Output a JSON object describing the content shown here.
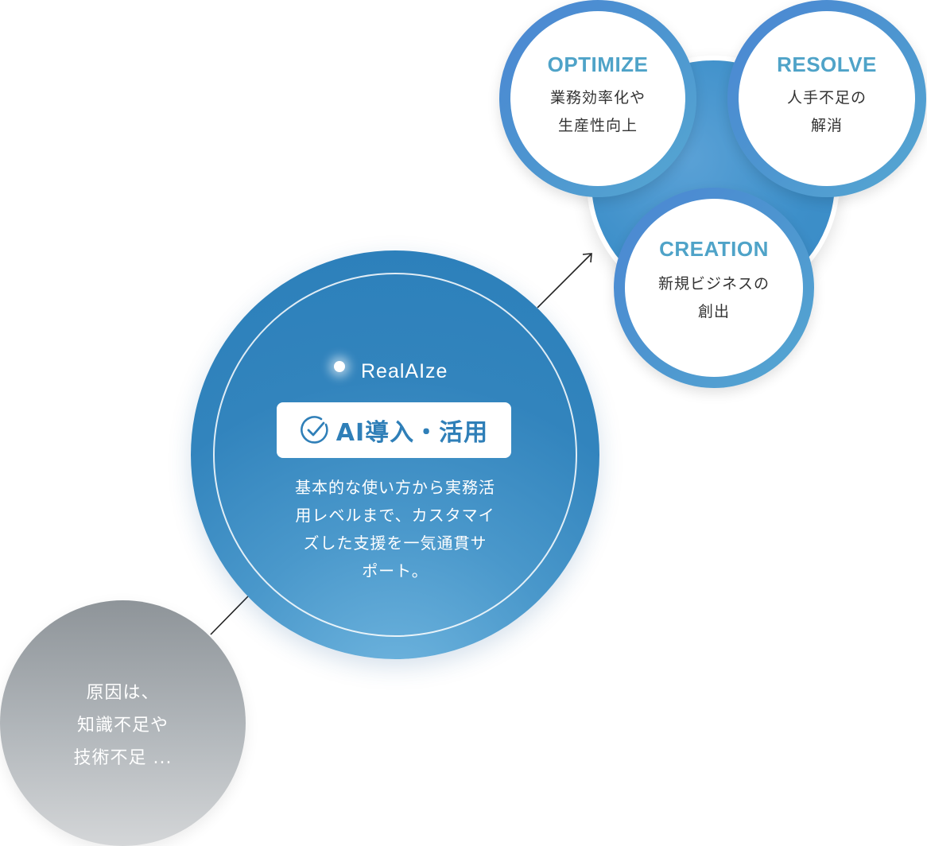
{
  "cause": {
    "lines": [
      "原因は、",
      "知識不足や",
      "技術不足 ..."
    ]
  },
  "core": {
    "brand": "RealAIze",
    "badge": "AI導入・活用",
    "description": [
      "基本的な使い方から実務活",
      "用レベルまで、カスタマイ",
      "ズした支援を一気通貫サ",
      "ポート。"
    ]
  },
  "outcomes": {
    "optimize": {
      "title": "OPTIMIZE",
      "lines": [
        "業務効率化や",
        "生産性向上"
      ]
    },
    "resolve": {
      "title": "RESOLVE",
      "lines": [
        "人手不足の",
        "解消"
      ]
    },
    "creation": {
      "title": "CREATION",
      "lines": [
        "新規ビジネスの",
        "創出"
      ]
    }
  },
  "colors": {
    "primary_blue": "#2f7fb8",
    "outcome_title": "#4fa3c8",
    "cause_grey": "#a3a8ad"
  },
  "icons": {
    "check": "check-circle-icon",
    "arrow": "arrow-up-right-icon"
  }
}
